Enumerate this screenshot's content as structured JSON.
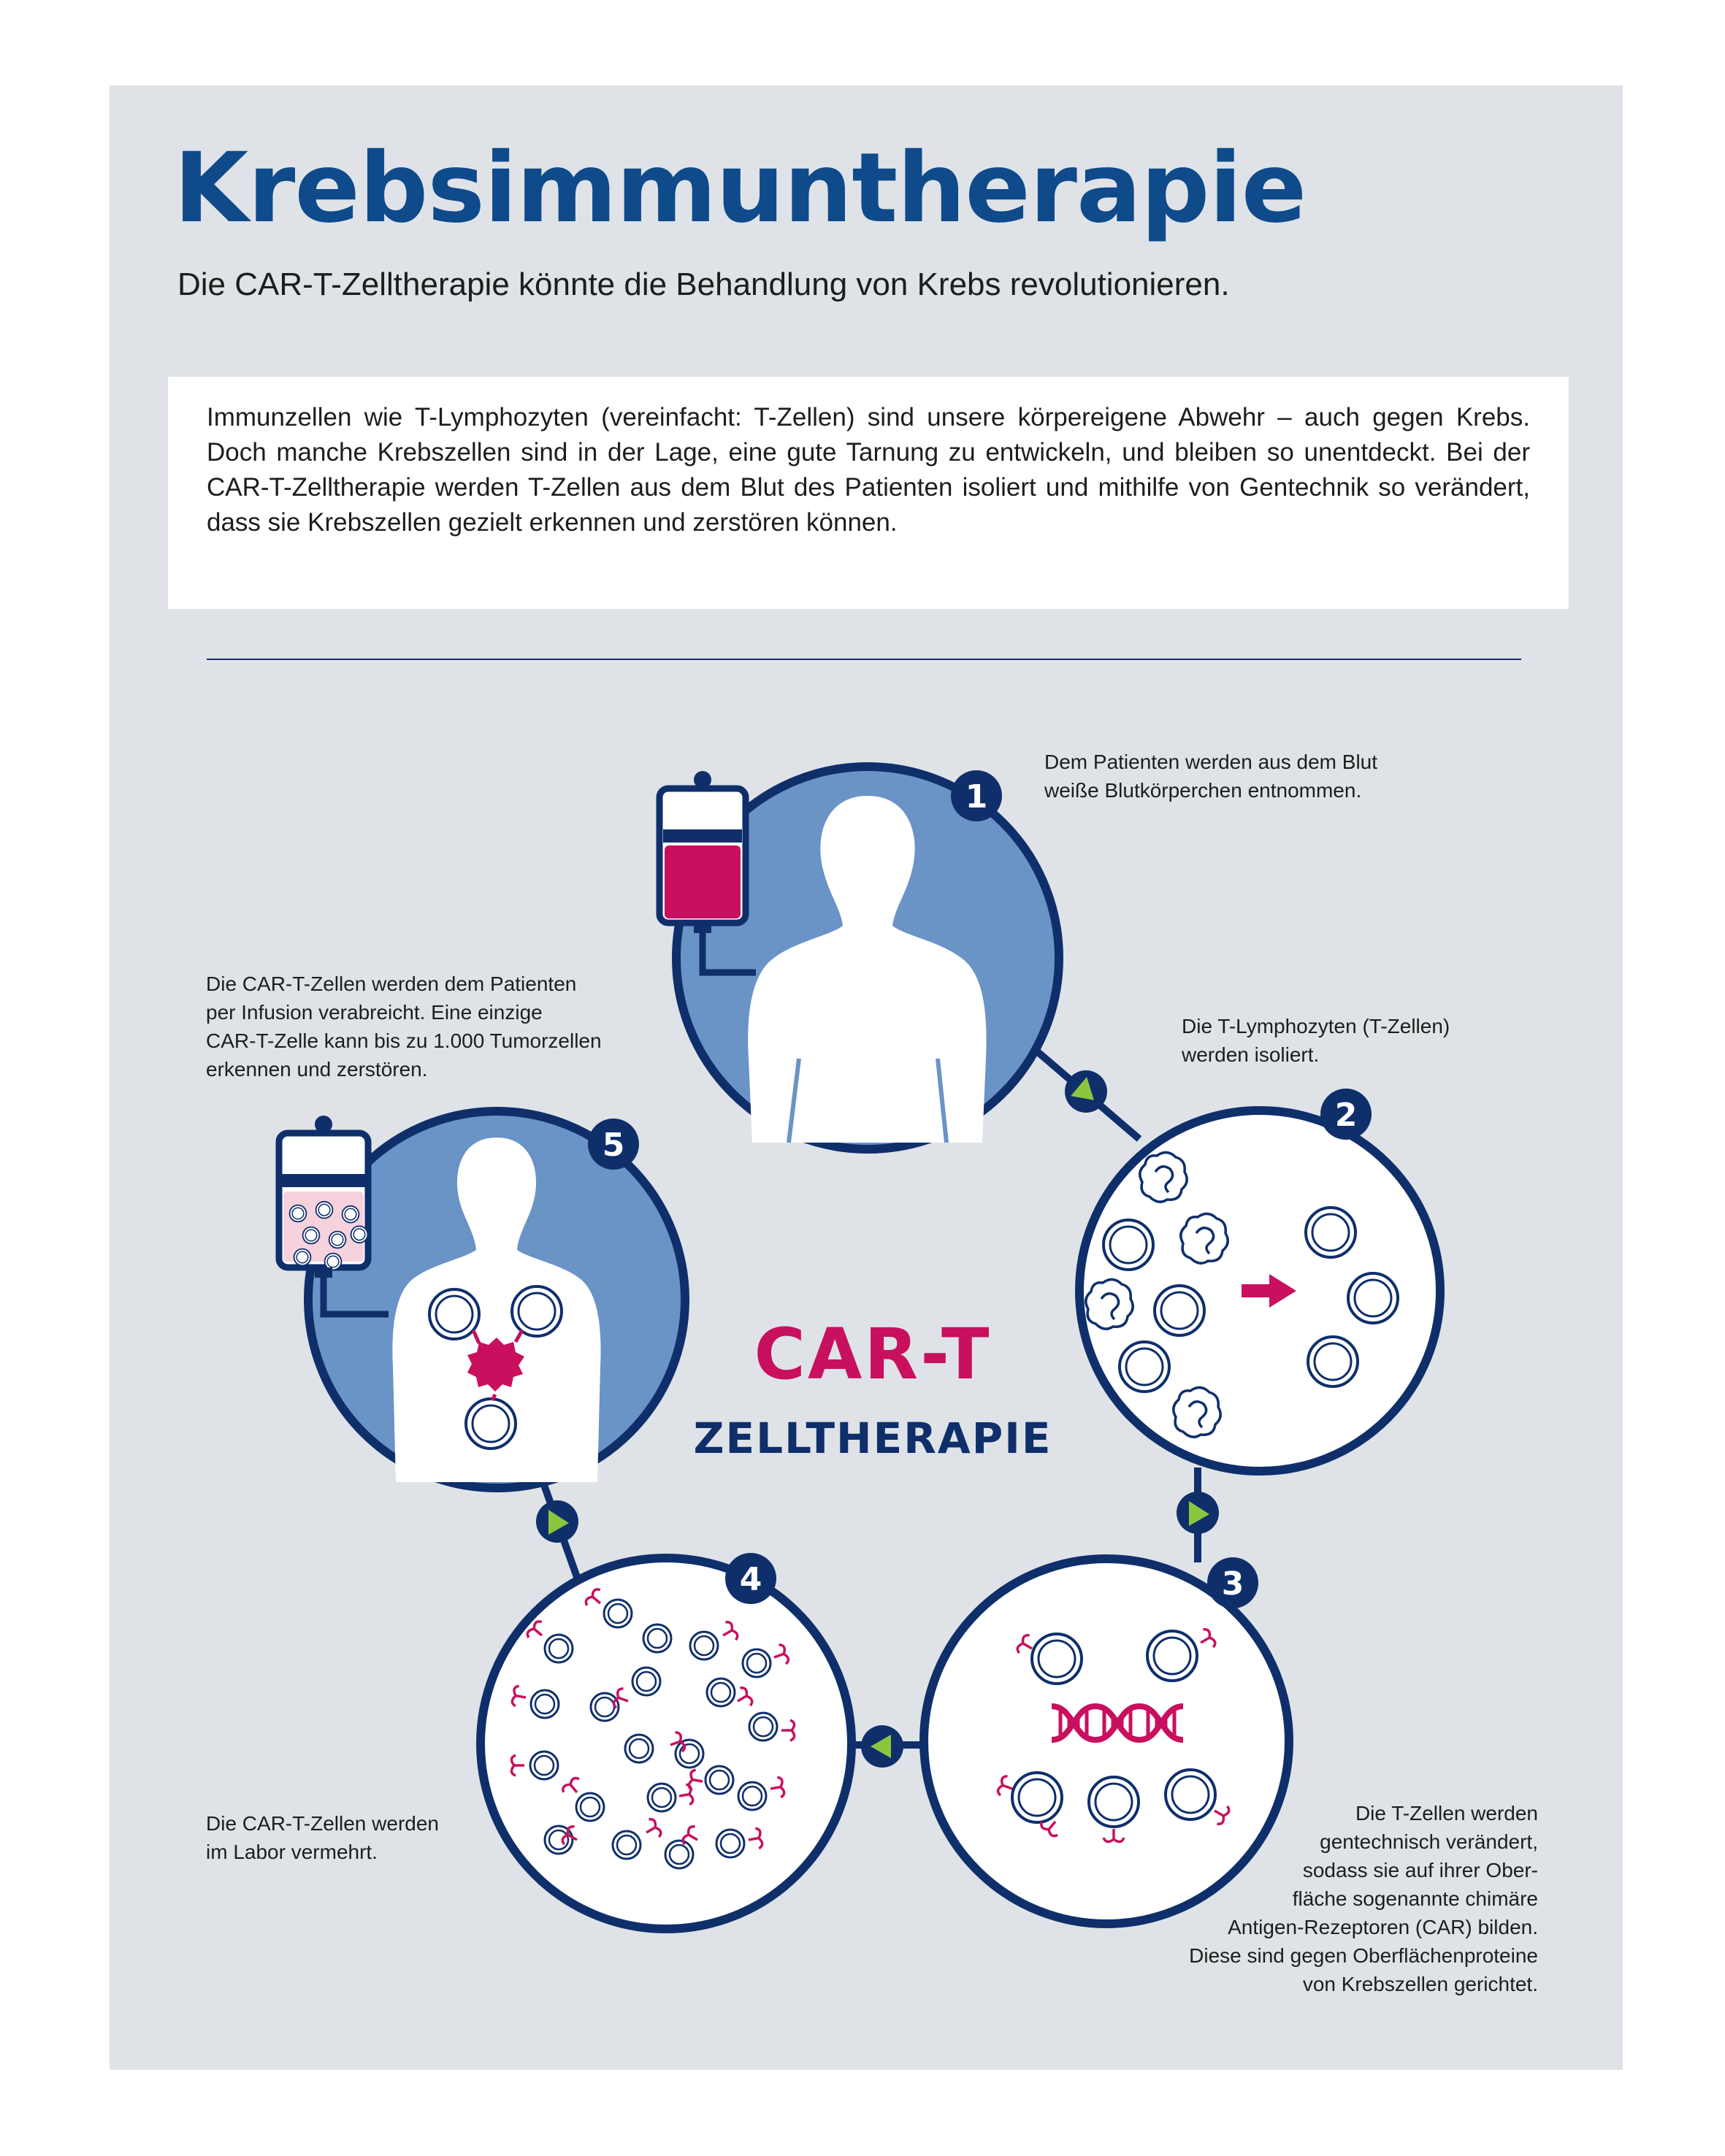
{
  "title": "Krebsimmuntherapie",
  "subtitle": "Die CAR-T-Zelltherapie könnte die Behandlung von Krebs revolutionieren.",
  "intro": "Immunzellen wie T-Lymphozyten (vereinfacht: T-Zellen) sind unsere körpereigene Abwehr – auch gegen Krebs. Doch manche Krebszellen sind in der Lage, eine gute Tarnung zu entwickeln, und bleiben so unentdeckt. Bei der CAR-T-Zelltherapie werden T-Zellen aus dem Blut des Patienten isoliert und mithilfe von Gentechnik so verändert, dass sie Krebszellen gezielt erkennen und zerstören können.",
  "center": {
    "line1": "CAR-T",
    "line2": "ZELLTHERAPIE"
  },
  "colors": {
    "navy": "#0f2f6b",
    "title_blue": "#0f4a8a",
    "body_blue": "#6a93c6",
    "magenta": "#c8105f",
    "green": "#8cc63f",
    "panel": "#dfe3e7"
  },
  "steps": [
    {
      "number": "1",
      "lines": [
        "Dem Patienten werden aus dem Blut",
        "weiße Blutkörperchen entnommen."
      ]
    },
    {
      "number": "2",
      "lines": [
        "Die T-Lymphozyten (T-Zellen)",
        "werden isoliert."
      ]
    },
    {
      "number": "3",
      "lines": [
        "Die T-Zellen werden",
        "gentechnisch verändert,",
        "sodass sie auf ihrer Ober-",
        "fläche sogenannte chimäre",
        "Antigen-Rezeptoren (CAR) bilden.",
        "Diese sind gegen Oberflächenproteine",
        "von Krebszellen gerichtet."
      ]
    },
    {
      "number": "4",
      "lines": [
        "Die CAR-T-Zellen werden",
        "im Labor vermehrt."
      ]
    },
    {
      "number": "5",
      "lines": [
        "Die CAR-T-Zellen werden dem Patienten",
        "per Infusion verabreicht. Eine einzige",
        "CAR-T-Zelle kann bis zu 1.000 Tumorzellen",
        "erkennen und zerstören."
      ]
    }
  ],
  "icons": {
    "blood_bag": "blood-bag-icon",
    "infusion_bag": "infusion-bag-icon",
    "silhouette": "human-silhouette-icon",
    "dna": "dna-icon",
    "arrow": "arrow-right-icon"
  }
}
